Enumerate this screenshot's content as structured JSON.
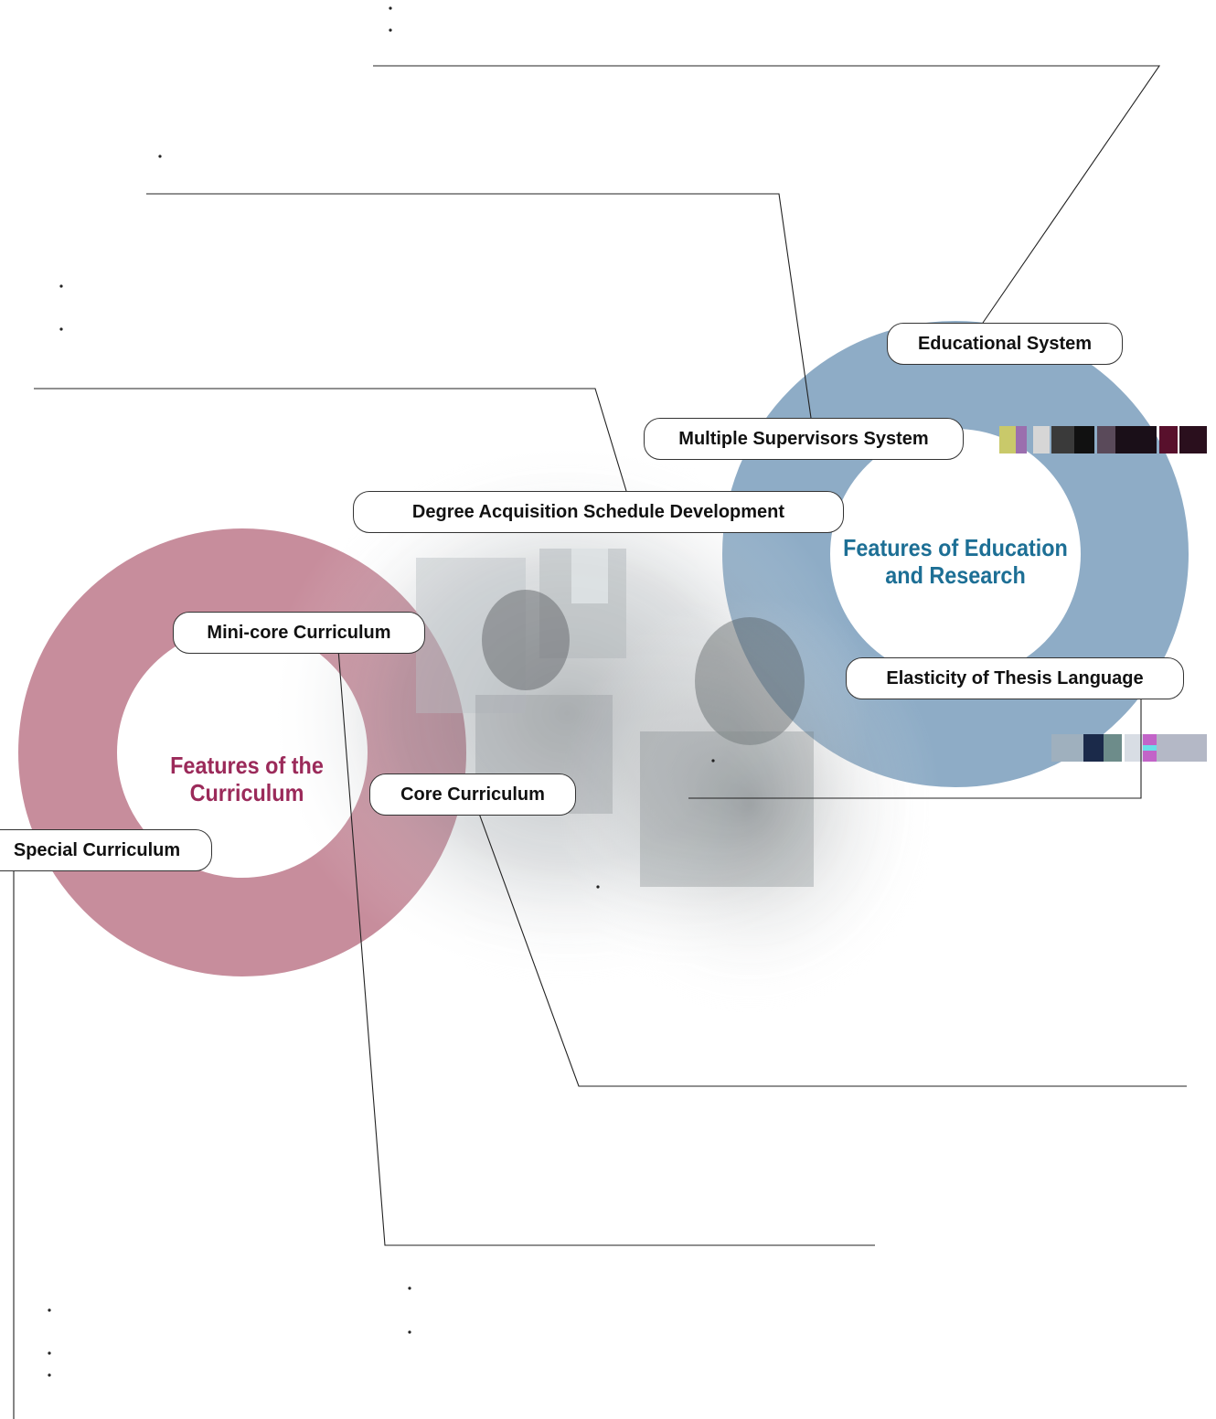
{
  "colors": {
    "education_ring": "#8eacc6",
    "curriculum_ring": "#c78d9c",
    "education_title": "#1d6f95",
    "curriculum_title": "#9b2a5a",
    "connector_line": "#222222"
  },
  "education_cluster": {
    "title_line1": "Features of Education",
    "title_line2": "and Research",
    "items": {
      "educational_system": "Educational System",
      "multiple_supervisors": "Multiple Supervisors System",
      "degree_schedule": "Degree Acquisition Schedule Development",
      "thesis_language": "Elasticity of Thesis Language"
    }
  },
  "curriculum_cluster": {
    "title_line1": "Features of the",
    "title_line2": "Curriculum",
    "items": {
      "core": "Core Curriculum",
      "special": "Special Curriculum",
      "mini_core": "Mini-core Curriculum"
    }
  }
}
